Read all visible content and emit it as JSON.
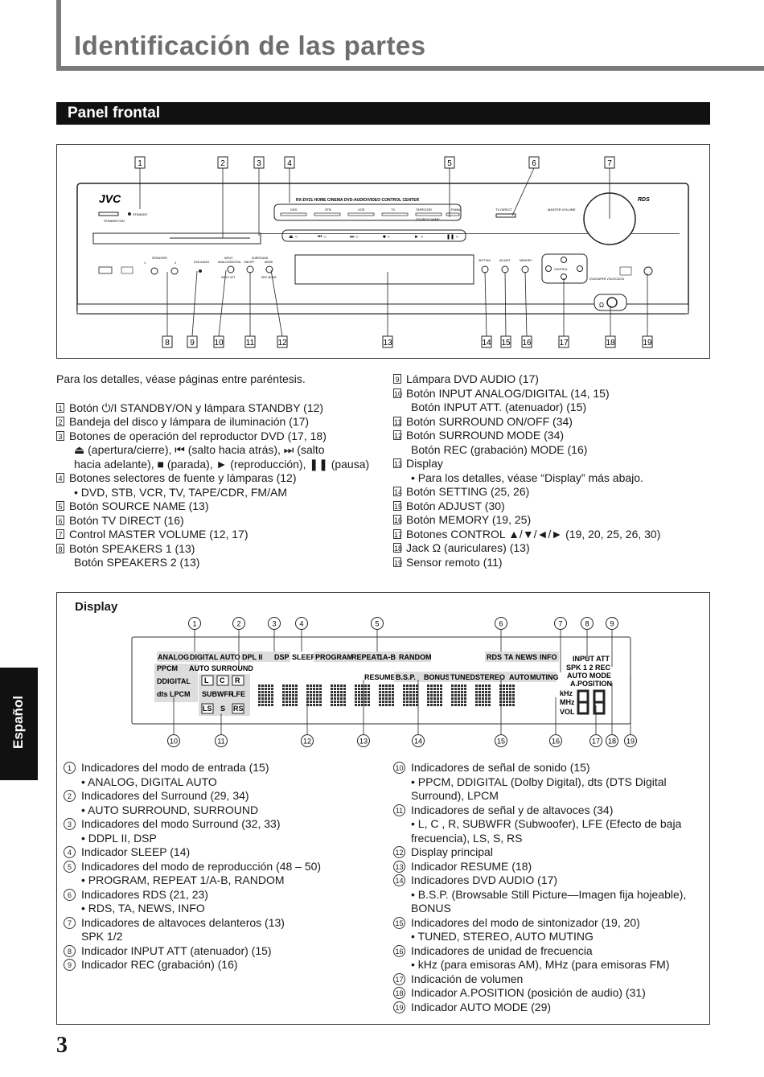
{
  "page": {
    "title": "Identificación de las partes",
    "section": "Panel frontal",
    "side_tab": "Español",
    "page_number": "3",
    "display_heading": "Display"
  },
  "front_panel": {
    "brand": "JVC",
    "model": "RX-DV31  HOME CINEMA DVD-AUDIO/VIDEO CONTROL CENTER",
    "rds_logo": "RDS",
    "standby_label": "STANDBY",
    "standby_on_label": "STANDBY/ON",
    "source_buttons": [
      "DVD",
      "STB",
      "VCR",
      "TV",
      "TAPE/CDR",
      "FM/AM"
    ],
    "source_name_label": "SOURCE NAME",
    "tv_direct_label": "TV DIRECT",
    "master_volume_label": "MASTER VOLUME",
    "speakers_label": "SPEAKERS",
    "speakers_1": "1",
    "speakers_2": "2",
    "dvd_audio_label": "DVD AUDIO",
    "input_label": "INPUT",
    "analog_digital_label": "ANALOG/DIGITAL",
    "input_att_label": "INPUT ATT",
    "surround_label": "SURROUND",
    "onoff_label": "ON/OFF",
    "mode_label": "MODE",
    "rec_mode_label": "REC MODE",
    "setting_label": "SETTING",
    "adjust_label": "ADJUST",
    "memory_label": "MEMORY",
    "control_label": "CONTROL",
    "dvd_super_label": "DVD/SUPER VCD/VCD/CD",
    "callouts_top": [
      "1",
      "2",
      "3",
      "4",
      "5",
      "6",
      "7"
    ],
    "callouts_bottom": [
      "8",
      "9",
      "10",
      "11",
      "12",
      "13",
      "14",
      "15",
      "16",
      "17",
      "18",
      "19"
    ]
  },
  "intro": "Para los detalles, véase páginas entre paréntesis.",
  "parts_left": [
    {
      "n": "1",
      "lines": [
        "Botón ⏻/I STANDBY/ON y lámpara STANDBY (12)"
      ]
    },
    {
      "n": "2",
      "lines": [
        "Bandeja del disco y lámpara de iluminación (17)"
      ]
    },
    {
      "n": "3",
      "lines": [
        "Botones de operación del reproductor DVD (17, 18)",
        "⏏ (apertura/cierre), ⏮ (salto hacia atrás), ⏭ (salto",
        "hacia adelante), ■ (parada), ► (reproducción), ❚❚ (pausa)"
      ]
    },
    {
      "n": "4",
      "lines": [
        "Botones selectores de fuente y lámparas (12)",
        "• DVD, STB, VCR, TV, TAPE/CDR, FM/AM"
      ]
    },
    {
      "n": "5",
      "lines": [
        "Botón SOURCE NAME (13)"
      ]
    },
    {
      "n": "6",
      "lines": [
        "Botón TV DIRECT (16)"
      ]
    },
    {
      "n": "7",
      "lines": [
        "Control MASTER VOLUME (12, 17)"
      ]
    },
    {
      "n": "8",
      "lines": [
        "Botón SPEAKERS 1 (13)",
        "Botón SPEAKERS 2 (13)"
      ]
    }
  ],
  "parts_right": [
    {
      "n": "9",
      "lines": [
        "Lámpara DVD AUDIO (17)"
      ]
    },
    {
      "n": "10",
      "lines": [
        "Botón INPUT ANALOG/DIGITAL (14, 15)",
        "Botón INPUT ATT. (atenuador) (15)"
      ]
    },
    {
      "n": "11",
      "lines": [
        "Botón SURROUND ON/OFF (34)"
      ]
    },
    {
      "n": "12",
      "lines": [
        "Botón SURROUND MODE (34)",
        "Botón REC (grabación) MODE (16)"
      ]
    },
    {
      "n": "13",
      "lines": [
        "Display",
        "• Para los detalles, véase “Display” más abajo."
      ]
    },
    {
      "n": "14",
      "lines": [
        "Botón SETTING (25, 26)"
      ]
    },
    {
      "n": "15",
      "lines": [
        "Botón ADJUST (30)"
      ]
    },
    {
      "n": "16",
      "lines": [
        "Botón MEMORY (19, 25)"
      ]
    },
    {
      "n": "17",
      "lines": [
        "Botones CONTROL ▲/▼/◄/► (19, 20, 25, 26, 30)"
      ]
    },
    {
      "n": "18",
      "lines": [
        "Jack Ω (auriculares) (13)"
      ]
    },
    {
      "n": "19",
      "lines": [
        "Sensor remoto (11)"
      ]
    }
  ],
  "display_panel": {
    "row1": [
      "ANALOG",
      "DIGITAL AUTO",
      "DPL II",
      "DSP",
      "SLEEP",
      "PROGRAM",
      "REPEAT",
      "1A-B",
      "RANDOM",
      "RDS",
      "TA",
      "NEWS",
      "INFO",
      "INPUT ATT"
    ],
    "pcm": "PPCM",
    "auto_surround": "AUTO SURROUND",
    "digital": "DDIGITAL",
    "dts_lpcm": "dts LPCM",
    "speakers": [
      "L",
      "C",
      "R",
      "SUBWFR",
      "LFE",
      "LS",
      "S",
      "RS"
    ],
    "row3": [
      "RESUME",
      "B.S.P.",
      "BONUS",
      "TUNED",
      "STEREO",
      "AUTO",
      "MUTING"
    ],
    "spk_rec": "SPK 1 2 REC",
    "auto_mode": "AUTO MODE",
    "a_position": "A.POSITION",
    "khz": "kHz",
    "mhz": "MHz",
    "vol": "VOL",
    "callouts_top": [
      "1",
      "2",
      "3",
      "4",
      "5",
      "6",
      "7",
      "8",
      "9"
    ],
    "callouts_bottom": [
      "10",
      "11",
      "12",
      "13",
      "14",
      "15",
      "16",
      "17",
      "18",
      "19"
    ]
  },
  "display_left": [
    {
      "n": "1",
      "lines": [
        "Indicadores del modo de entrada (15)",
        "• ANALOG, DIGITAL AUTO"
      ]
    },
    {
      "n": "2",
      "lines": [
        "Indicadores del Surround (29, 34)",
        "• AUTO SURROUND, SURROUND"
      ]
    },
    {
      "n": "3",
      "lines": [
        "Indicadores del modo Surround (32, 33)",
        "• DDPL II, DSP"
      ]
    },
    {
      "n": "4",
      "lines": [
        "Indicador SLEEP (14)"
      ]
    },
    {
      "n": "5",
      "lines": [
        "Indicadores del modo de reproducción (48 – 50)",
        "• PROGRAM, REPEAT 1/A-B, RANDOM"
      ]
    },
    {
      "n": "6",
      "lines": [
        "Indicadores RDS (21, 23)",
        "• RDS, TA, NEWS, INFO"
      ]
    },
    {
      "n": "7",
      "lines": [
        "Indicadores de altavoces delanteros (13)",
        "SPK 1/2"
      ]
    },
    {
      "n": "8",
      "lines": [
        "Indicador INPUT ATT (atenuador) (15)"
      ]
    },
    {
      "n": "9",
      "lines": [
        "Indicador REC (grabación) (16)"
      ]
    }
  ],
  "display_right": [
    {
      "n": "10",
      "lines": [
        "Indicadores de señal de sonido (15)",
        "• PPCM, DDIGITAL (Dolby Digital), dts (DTS Digital",
        "Surround), LPCM"
      ]
    },
    {
      "n": "11",
      "lines": [
        "Indicadores de señal y de altavoces (34)",
        "• L, C , R, SUBWFR (Subwoofer), LFE (Efecto de baja",
        "frecuencia), LS, S, RS"
      ]
    },
    {
      "n": "12",
      "lines": [
        "Display principal"
      ]
    },
    {
      "n": "13",
      "lines": [
        "Indicador RESUME (18)"
      ]
    },
    {
      "n": "14",
      "lines": [
        "Indicadores DVD AUDIO (17)",
        "• B.S.P. (Browsable Still Picture—Imagen fija hojeable),",
        "BONUS"
      ]
    },
    {
      "n": "15",
      "lines": [
        "Indicadores del modo de sintonizador (19, 20)",
        "• TUNED, STEREO, AUTO MUTING"
      ]
    },
    {
      "n": "16",
      "lines": [
        "Indicadores de unidad de frecuencia",
        "• kHz (para emisoras AM), MHz (para emisoras FM)"
      ]
    },
    {
      "n": "17",
      "lines": [
        "Indicación de volumen"
      ]
    },
    {
      "n": "18",
      "lines": [
        "Indicador A.POSITION (posición de audio) (31)"
      ]
    },
    {
      "n": "19",
      "lines": [
        "Indicador AUTO MODE (29)"
      ]
    }
  ]
}
